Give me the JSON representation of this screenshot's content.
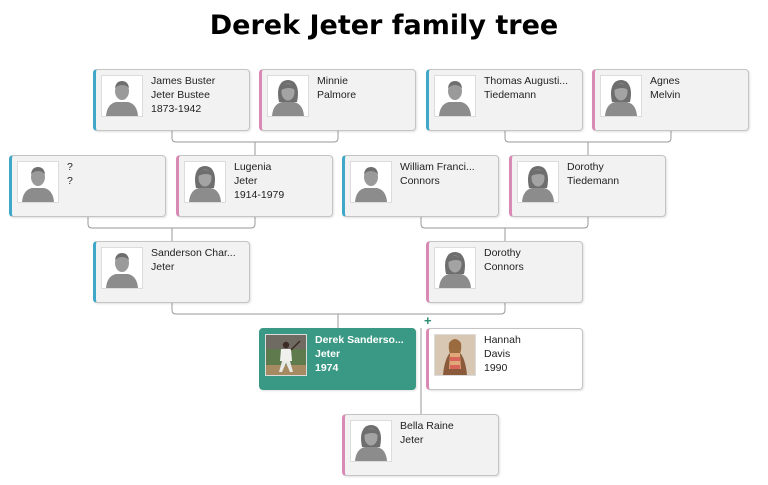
{
  "title": "Derek Jeter family tree",
  "people": {
    "james": {
      "first": "James Buster",
      "second": "Jeter Bustee",
      "dates": "1873-1942",
      "gender": "male"
    },
    "minnie": {
      "first": "Minnie",
      "second": "Palmore",
      "dates": "",
      "gender": "female"
    },
    "thomas": {
      "first": "Thomas Augusti...",
      "second": "Tiedemann",
      "dates": "",
      "gender": "male"
    },
    "agnes": {
      "first": "Agnes",
      "second": "Melvin",
      "dates": "",
      "gender": "female"
    },
    "unknown": {
      "first": "?",
      "second": "?",
      "dates": "",
      "gender": "male"
    },
    "lugenia": {
      "first": "Lugenia",
      "second": "Jeter",
      "dates": "1914-1979",
      "gender": "female"
    },
    "william": {
      "first": "William Franci...",
      "second": "Connors",
      "dates": "",
      "gender": "male"
    },
    "dorothy_t": {
      "first": "Dorothy",
      "second": "Tiedemann",
      "dates": "",
      "gender": "female"
    },
    "sanderson": {
      "first": "Sanderson Char...",
      "second": "Jeter",
      "dates": "",
      "gender": "male"
    },
    "dorothy_c": {
      "first": "Dorothy",
      "second": "Connors",
      "dates": "",
      "gender": "female"
    },
    "derek": {
      "first": "Derek Sanderso...",
      "second": "Jeter",
      "dates": "1974",
      "gender": "male"
    },
    "hannah": {
      "first": "Hannah",
      "second": "Davis",
      "dates": "1990",
      "gender": "female"
    },
    "bella": {
      "first": "Bella Raine",
      "second": "Jeter",
      "dates": "",
      "gender": "female"
    }
  },
  "add_partner_label": "+",
  "colors": {
    "male_accent": "#3fa7c8",
    "female_accent": "#d98ab4",
    "focus_background": "#3a9984",
    "card_background": "#f2f2f2",
    "connector": "#9a9a9a"
  }
}
